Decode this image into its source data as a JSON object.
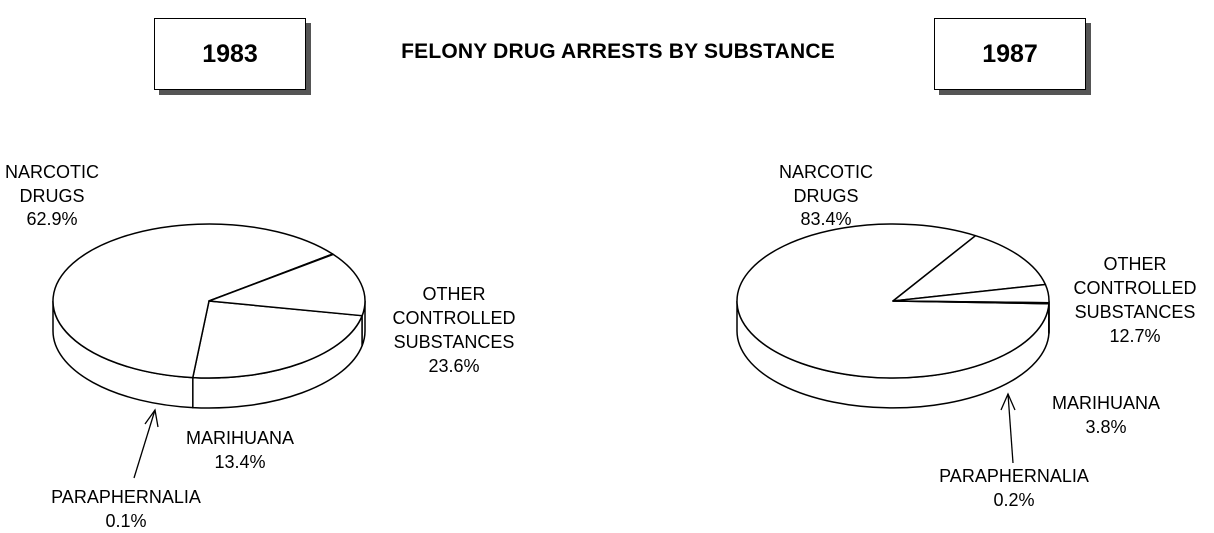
{
  "header": {
    "title": "FELONY DRUG ARRESTS BY SUBSTANCE"
  },
  "chart_data": [
    {
      "type": "pie",
      "year": "1983",
      "slices": [
        {
          "label_lines": [
            "NARCOTIC",
            "DRUGS"
          ],
          "value_text": "62.9%",
          "value": 62.9
        },
        {
          "label_lines": [
            "OTHER",
            "CONTROLLED",
            "SUBSTANCES"
          ],
          "value_text": "23.6%",
          "value": 23.6
        },
        {
          "label_lines": [
            "MARIHUANA"
          ],
          "value_text": "13.4%",
          "value": 13.4
        },
        {
          "label_lines": [
            "PARAPHERNALIA"
          ],
          "value_text": "0.1%",
          "value": 0.1
        }
      ]
    },
    {
      "type": "pie",
      "year": "1987",
      "slices": [
        {
          "label_lines": [
            "NARCOTIC",
            "DRUGS"
          ],
          "value_text": "83.4%",
          "value": 83.4
        },
        {
          "label_lines": [
            "OTHER",
            "CONTROLLED",
            "SUBSTANCES"
          ],
          "value_text": "12.7%",
          "value": 12.7
        },
        {
          "label_lines": [
            "MARIHUANA"
          ],
          "value_text": "3.8%",
          "value": 3.8
        },
        {
          "label_lines": [
            "PARAPHERNALIA"
          ],
          "value_text": "0.2%",
          "value": 0.2
        }
      ]
    }
  ]
}
